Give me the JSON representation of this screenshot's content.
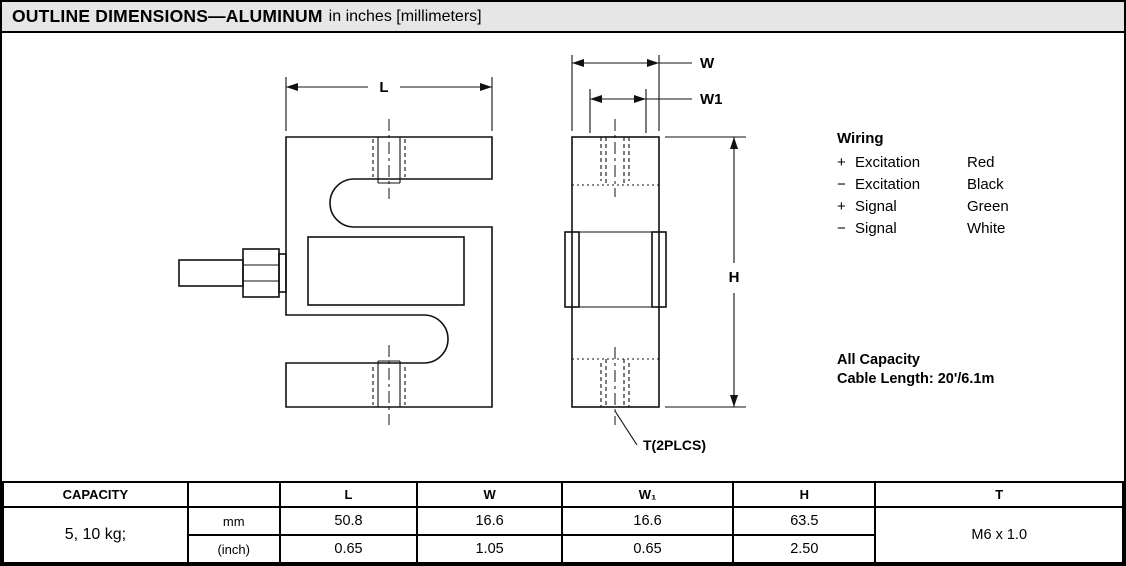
{
  "header": {
    "title": "OUTLINE DIMENSIONS—ALUMINUM",
    "subtitle": "in inches [millimeters]"
  },
  "diagram": {
    "labels": {
      "L": "L",
      "W": "W",
      "W1": "W1",
      "H": "H",
      "T": "T(2PLCS)"
    },
    "wiring": {
      "title": "Wiring",
      "rows": [
        {
          "sign": "+",
          "name": "Excitation",
          "color": "Red"
        },
        {
          "sign": "−",
          "name": "Excitation",
          "color": "Black"
        },
        {
          "sign": "+",
          "name": "Signal",
          "color": "Green"
        },
        {
          "sign": "−",
          "name": "Signal",
          "color": "White"
        }
      ]
    },
    "note": {
      "line1": "All Capacity",
      "line2": "Cable Length: 20'/6.1m"
    }
  },
  "table": {
    "headers": [
      "CAPACITY",
      "",
      "L",
      "W",
      "W₁",
      "H",
      "T"
    ],
    "capacity": "5, 10 kg;",
    "rows": [
      {
        "unit": "mm",
        "L": "50.8",
        "W": "16.6",
        "W1": "16.6",
        "H": "63.5"
      },
      {
        "unit": "(inch)",
        "L": "0.65",
        "W": "1.05",
        "W1": "0.65",
        "H": "2.50"
      }
    ],
    "t_value": "M6 x 1.0"
  }
}
